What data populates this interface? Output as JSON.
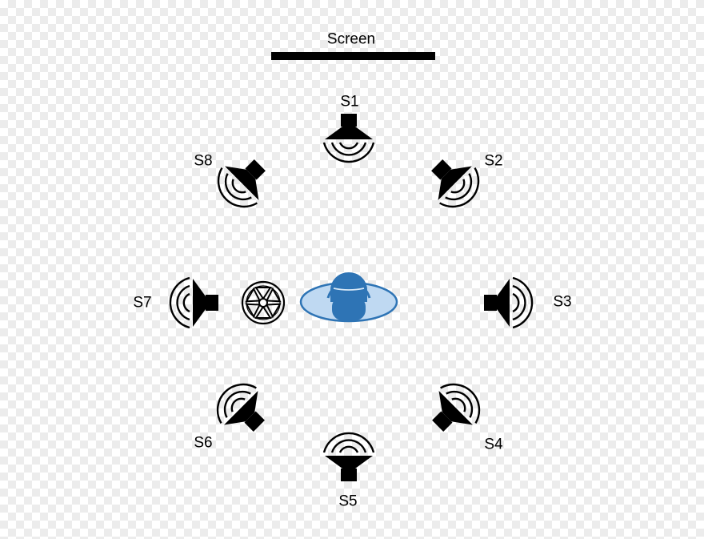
{
  "screen_label": "Screen",
  "speakers": [
    {
      "id": "s1",
      "label": "S1"
    },
    {
      "id": "s2",
      "label": "S2"
    },
    {
      "id": "s3",
      "label": "S3"
    },
    {
      "id": "s4",
      "label": "S4"
    },
    {
      "id": "s5",
      "label": "S5"
    },
    {
      "id": "s6",
      "label": "S6"
    },
    {
      "id": "s7",
      "label": "S7"
    },
    {
      "id": "s8",
      "label": "S8"
    }
  ],
  "icons": {
    "fan": "fan-icon",
    "listener": "listener-icon",
    "speaker": "speaker-icon"
  },
  "colors": {
    "ink": "#000000",
    "listener_fill": "#bfd9f2",
    "listener_stroke": "#2e74b5"
  }
}
